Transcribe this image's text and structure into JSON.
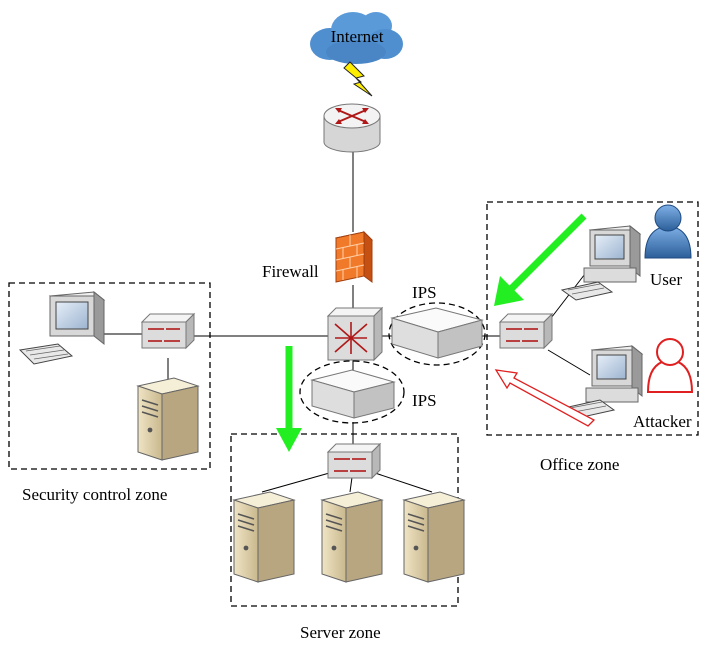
{
  "diagram": {
    "labels": {
      "internet": "Internet",
      "firewall": "Firewall",
      "ips_top": "IPS",
      "ips_bottom": "IPS",
      "user": "User",
      "attacker": "Attacker",
      "office_zone": "Office zone",
      "security_zone": "Security control zone",
      "server_zone": "Server zone"
    },
    "colors": {
      "cloud": "#4f8fd0",
      "lightning": "#ffee00",
      "firewall": "#f07a2a",
      "legit_arrow": "#22ee22",
      "attack_arrow": "#e02020",
      "user_icon": "#3a6ea8",
      "attacker_icon": "#e02020"
    }
  }
}
